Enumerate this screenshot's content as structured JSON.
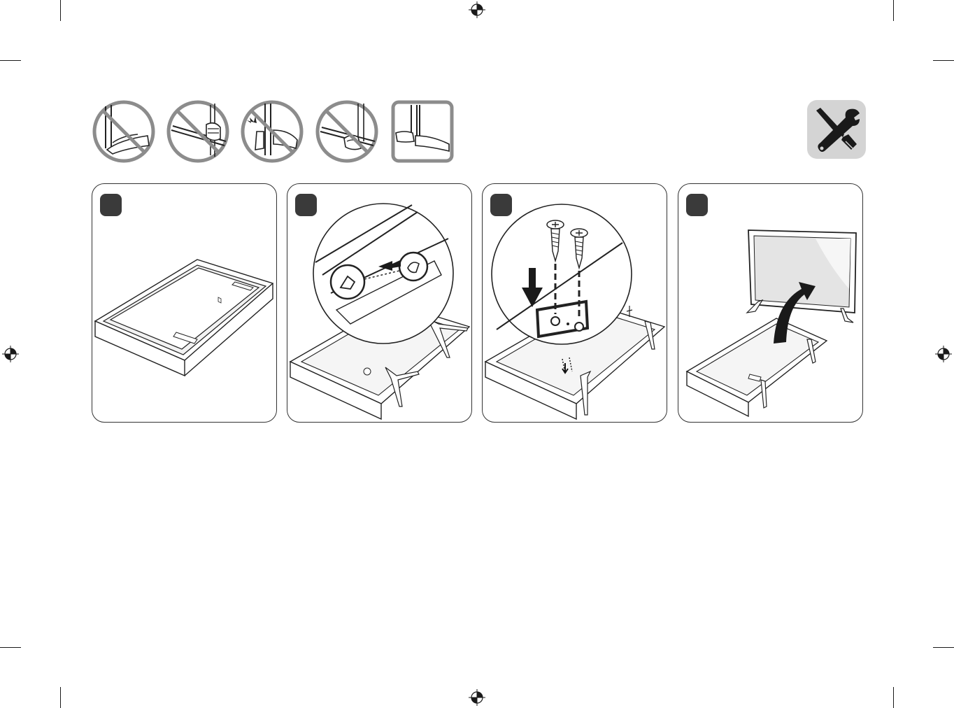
{
  "colors": {
    "ink": "#1a1a1a",
    "prohibition_gray": "#8c8c8c",
    "badge": "#3a3a3a",
    "tool_bg": "#d4d4d4"
  },
  "warnings": [
    {
      "icon": "hand-under-screen-prohibited-icon",
      "prohibited": true
    },
    {
      "icon": "hand-grip-bezel-prohibited-icon",
      "prohibited": true
    },
    {
      "icon": "pinch-impact-prohibited-icon",
      "prohibited": true
    },
    {
      "icon": "hand-on-edge-prohibited-icon",
      "prohibited": true
    },
    {
      "icon": "correct-hold-bottom-icon",
      "prohibited": false
    }
  ],
  "tools_icon": "screwdriver-wrench-icon",
  "steps": [
    {
      "number": "",
      "icon": "tv-face-down-on-cushion-illustration"
    },
    {
      "number": "",
      "icon": "attach-stand-leg-illustration"
    },
    {
      "number": "",
      "icon": "insert-screws-illustration"
    },
    {
      "number": "",
      "icon": "lift-tv-upright-illustration"
    }
  ]
}
